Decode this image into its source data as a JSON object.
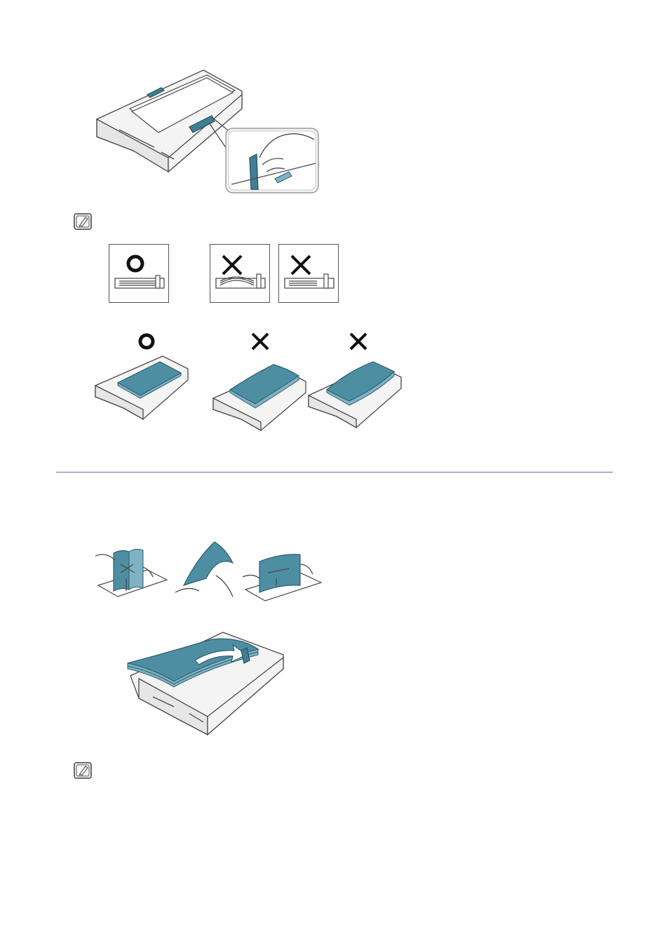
{
  "page": {
    "illustrations": [
      {
        "icon": "tray-guide-adjust-illustration"
      },
      {
        "icon": "paper-guide-correct-incorrect-illustration"
      },
      {
        "icon": "paper-stack-correct-incorrect-illustration"
      },
      {
        "icon": "paper-flex-fan-illustration"
      },
      {
        "icon": "paper-load-tray-illustration"
      }
    ],
    "notes": [
      {
        "icon": "note-pencil-icon"
      },
      {
        "icon": "note-pencil-icon"
      }
    ],
    "marks": {
      "correct": "circle-mark-icon",
      "incorrect": "x-mark-icon"
    },
    "colors": {
      "accent": "#4e8ea3",
      "separator": "#6c6ca0",
      "line": "#4a4a4a"
    }
  }
}
